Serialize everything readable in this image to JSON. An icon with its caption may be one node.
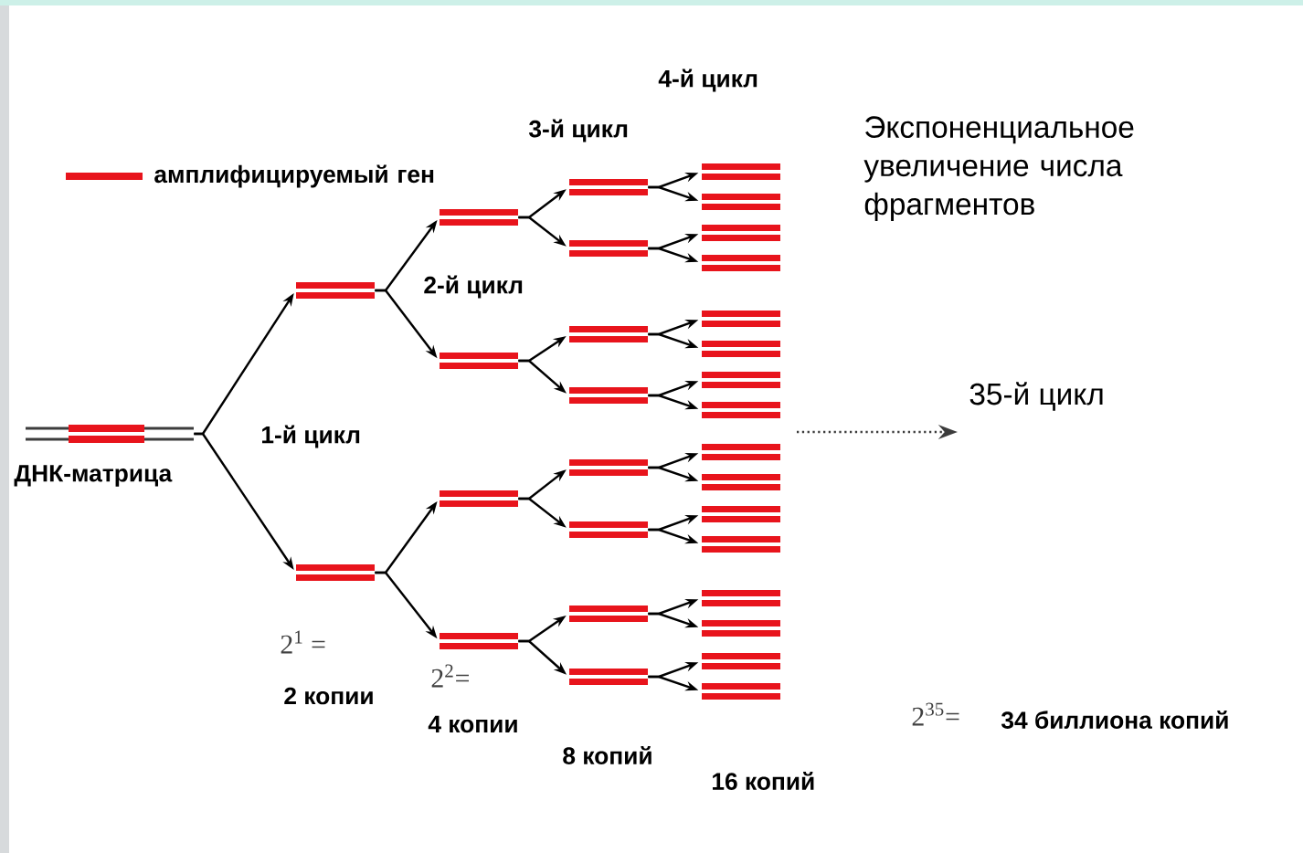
{
  "diagram": {
    "nodes": [
      {
        "text": [],
        "shape": "bar",
        "beside": [
          "ДНК-матрица"
        ]
      },
      {
        "text": [],
        "shape": "bar"
      },
      {
        "text": [],
        "shape": "bar"
      },
      {
        "text": [],
        "shape": "bar"
      },
      {
        "text": [],
        "shape": "bar"
      },
      {
        "text": [],
        "shape": "bar"
      },
      {
        "text": [],
        "shape": "bar"
      },
      {
        "text": [],
        "shape": "bar"
      },
      {
        "text": [],
        "shape": "bar"
      },
      {
        "text": [],
        "shape": "bar"
      },
      {
        "text": [],
        "shape": "bar"
      },
      {
        "text": [],
        "shape": "bar"
      },
      {
        "text": [],
        "shape": "bar"
      },
      {
        "text": [],
        "shape": "bar"
      },
      {
        "text": [],
        "shape": "bar"
      },
      {
        "text": [],
        "shape": "bar"
      },
      {
        "text": [],
        "shape": "bar"
      },
      {
        "text": [],
        "shape": "bar"
      },
      {
        "text": [],
        "shape": "bar"
      },
      {
        "text": [],
        "shape": "bar"
      },
      {
        "text": [],
        "shape": "bar"
      },
      {
        "text": [],
        "shape": "bar"
      },
      {
        "text": [],
        "shape": "bar"
      },
      {
        "text": [],
        "shape": "bar"
      },
      {
        "text": [],
        "shape": "bar"
      },
      {
        "text": [],
        "shape": "bar"
      },
      {
        "text": [],
        "shape": "bar"
      },
      {
        "text": [],
        "shape": "bar"
      },
      {
        "text": [],
        "shape": "bar"
      },
      {
        "text": [],
        "shape": "bar"
      },
      {
        "text": [],
        "shape": "bar"
      }
    ],
    "edges": [
      {
        "from": 0,
        "to": 1,
        "arrow": "to"
      },
      {
        "from": 0,
        "to": 2,
        "arrow": "to"
      },
      {
        "from": 1,
        "to": 3,
        "arrow": "to"
      },
      {
        "from": 1,
        "to": 4,
        "arrow": "to"
      },
      {
        "from": 2,
        "to": 5,
        "arrow": "to"
      },
      {
        "from": 2,
        "to": 6,
        "arrow": "to"
      },
      {
        "from": 3,
        "to": 7,
        "arrow": "to"
      },
      {
        "from": 3,
        "to": 8,
        "arrow": "to"
      },
      {
        "from": 4,
        "to": 9,
        "arrow": "to"
      },
      {
        "from": 4,
        "to": 10,
        "arrow": "to"
      },
      {
        "from": 5,
        "to": 11,
        "arrow": "to"
      },
      {
        "from": 5,
        "to": 12,
        "arrow": "to"
      },
      {
        "from": 6,
        "to": 13,
        "arrow": "to"
      },
      {
        "from": 6,
        "to": 14,
        "arrow": "to"
      },
      {
        "from": 7,
        "to": 15,
        "arrow": "to"
      },
      {
        "from": 7,
        "to": 16,
        "arrow": "to"
      },
      {
        "from": 8,
        "to": 17,
        "arrow": "to"
      },
      {
        "from": 8,
        "to": 18,
        "arrow": "to"
      },
      {
        "from": 9,
        "to": 19,
        "arrow": "to"
      },
      {
        "from": 9,
        "to": 20,
        "arrow": "to"
      },
      {
        "from": 10,
        "to": 21,
        "arrow": "to"
      },
      {
        "from": 10,
        "to": 22,
        "arrow": "to"
      },
      {
        "from": 11,
        "to": 23,
        "arrow": "to"
      },
      {
        "from": 11,
        "to": 24,
        "arrow": "to"
      },
      {
        "from": 12,
        "to": 25,
        "arrow": "to"
      },
      {
        "from": 12,
        "to": 26,
        "arrow": "to"
      },
      {
        "from": 13,
        "to": 27,
        "arrow": "to"
      },
      {
        "from": 13,
        "to": 28,
        "arrow": "to"
      },
      {
        "from": 14,
        "to": 29,
        "arrow": "to"
      },
      {
        "from": 14,
        "to": 30,
        "arrow": "to"
      }
    ],
    "labels": [
      "4-й цикл",
      "3-й цикл",
      "Экспоненциальное увеличение числа фрагментов",
      "2-й цикл",
      "35-й цикл",
      "1-й цикл",
      "2$^{1}$ =",
      "2 копии",
      "2$^{2}$=",
      "4 копии",
      "8 копий",
      "16 копий",
      "2$^{35}$=",
      "34 биллиона копий"
    ],
    "legend": [
      {
        "text": "амплифицируемый ген"
      }
    ]
  }
}
